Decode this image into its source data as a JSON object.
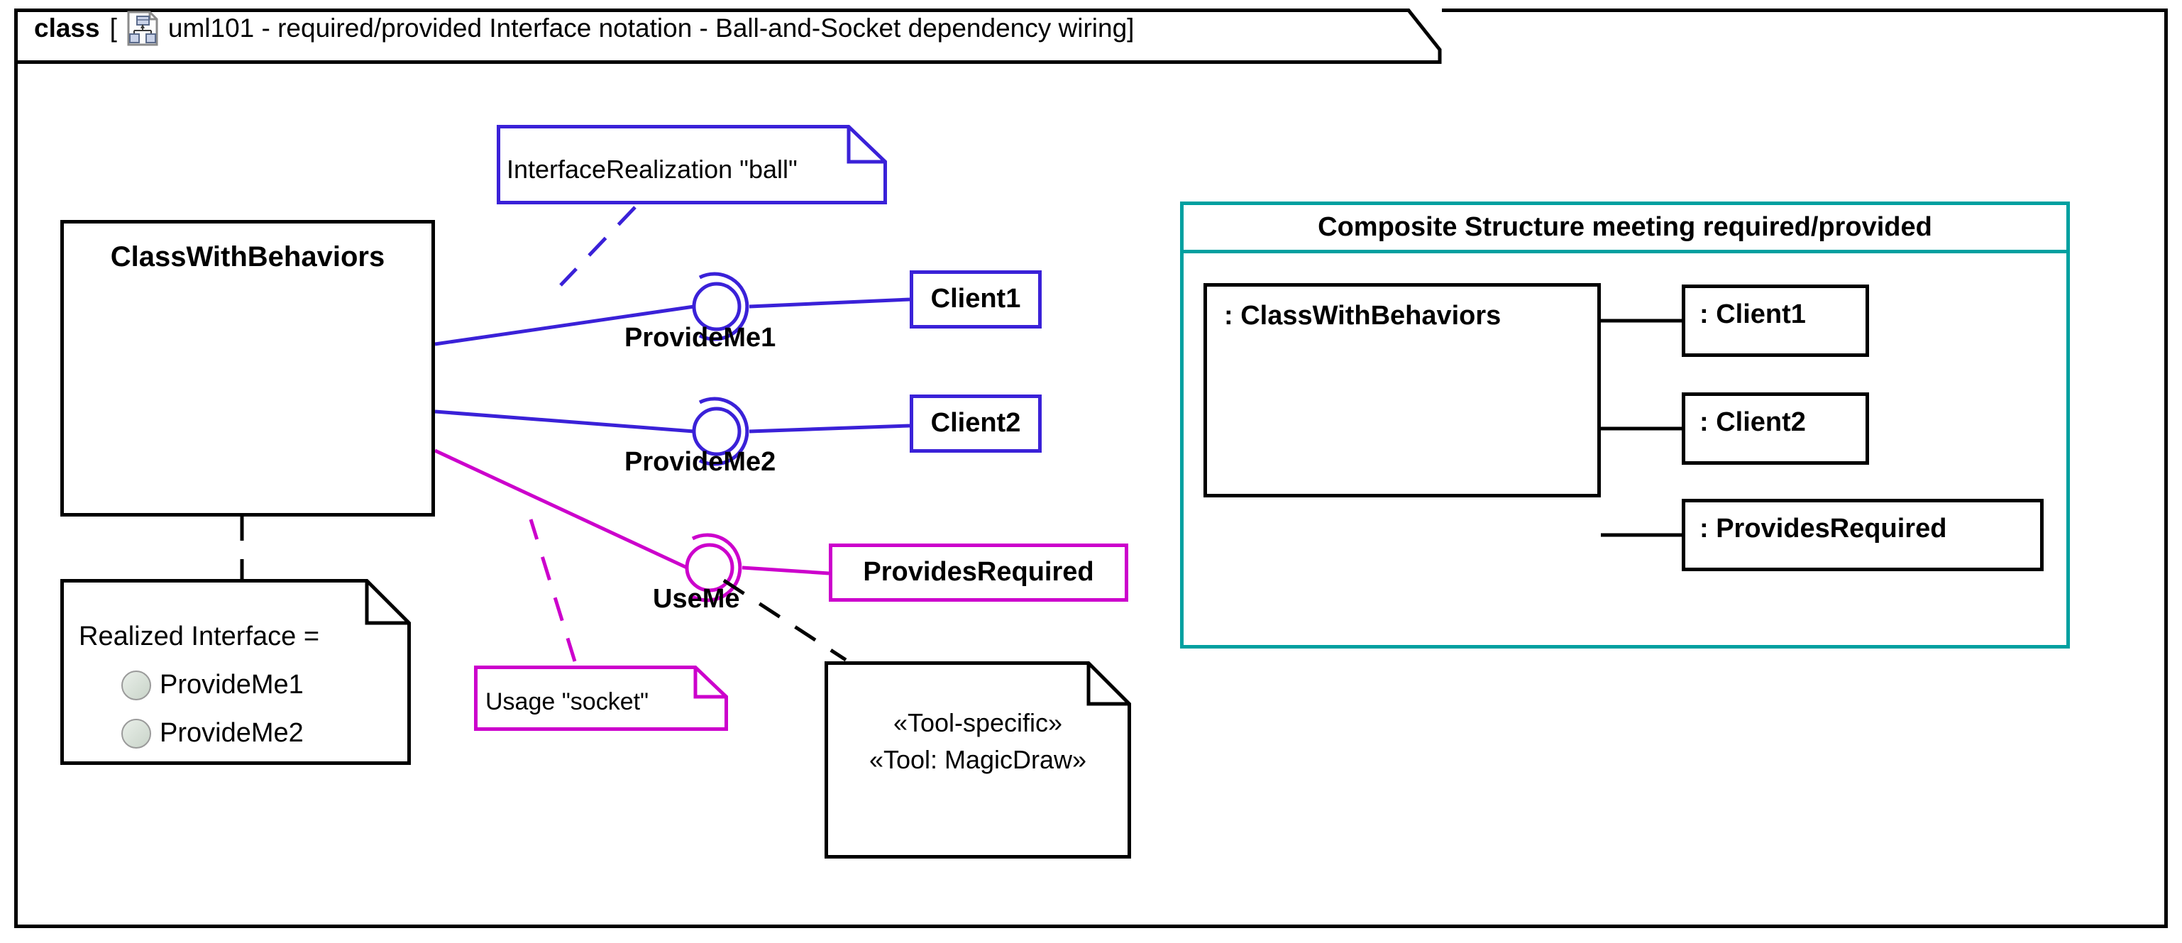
{
  "frame": {
    "kind": "class",
    "bracket_open": "[",
    "bracket_close": "]",
    "icon": "class-diagram-icon",
    "name": "uml101 - required/provided Interface notation - Ball-and-Socket dependency wiring"
  },
  "colors": {
    "black": "#000000",
    "interface_blue": "#3a21d8",
    "usage_magenta": "#cc00cc",
    "composite_teal": "#00a0a0",
    "canvas": "#ffffff",
    "ball_icon_fill": "#c9d4c9"
  },
  "classifiers": {
    "main_class": "ClassWithBehaviors",
    "client1": "Client1",
    "client2": "Client2",
    "provides_required": "ProvidesRequired"
  },
  "ports": [
    {
      "name": "ProvideMe1",
      "kind": "provided-ball-and-socket",
      "color": "#3a21d8"
    },
    {
      "name": "ProvideMe2",
      "kind": "provided-ball-and-socket",
      "color": "#3a21d8"
    },
    {
      "name": "UseMe",
      "kind": "required-ball-and-socket",
      "color": "#cc00cc"
    }
  ],
  "notes": {
    "interface_realization": "InterfaceRealization \"ball\"",
    "usage_socket": "Usage \"socket\"",
    "realized_interface": {
      "heading": "Realized Interface =",
      "items": [
        "ProvideMe1",
        "ProvideMe2"
      ]
    },
    "tool_specific": {
      "line1": "«Tool-specific»",
      "line2": "«Tool: MagicDraw»"
    }
  },
  "composite_structure": {
    "title": "Composite Structure meeting required/provided",
    "owner_part": ": ClassWithBehaviors",
    "parts": [
      ": Client1",
      ": Client2",
      ": ProvidesRequired"
    ]
  }
}
